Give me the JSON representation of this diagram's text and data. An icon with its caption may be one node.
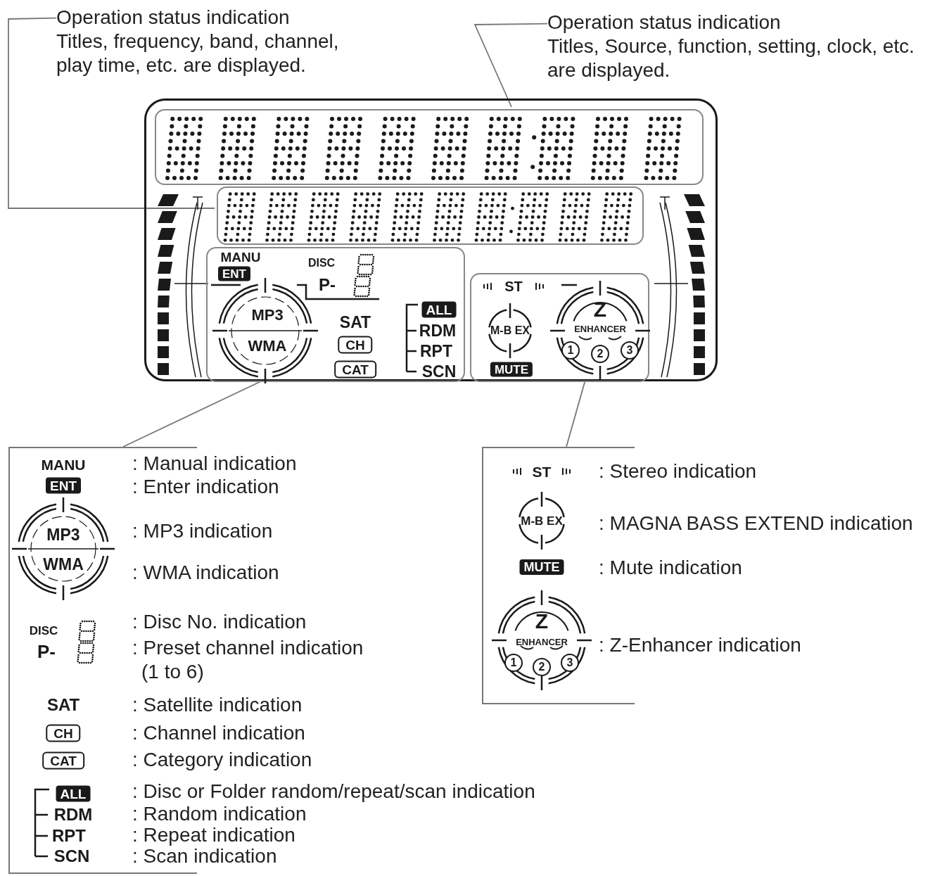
{
  "diagram": {
    "nodes": [
      {
        "text": [
          "Operation status indication",
          "Titles, frequency, band, channel, play time, etc. are displayed."
        ]
      },
      {
        "text": [
          "Operation status indication",
          "Titles, Source, function, setting, clock, etc. are displayed."
        ]
      },
      {
        "text": [],
        "shape": "box"
      },
      {
        "text": [],
        "shape": "box",
        "in": 2
      },
      {
        "text": [],
        "shape": "box",
        "in": 2
      },
      {
        "text": [
          "MANU",
          "ENT",
          "DISC",
          "P-",
          "MP3",
          "WMA",
          "SAT",
          "CH",
          "CAT",
          "ALL",
          "RDM",
          "RPT",
          "SCN"
        ],
        "in": 2
      },
      {
        "text": [
          "ST",
          "M-B EX",
          "MUTE",
          "Z",
          "ENHANCER",
          "1",
          "2",
          "3"
        ],
        "in": 2
      },
      {
        "text": [
          "MANU",
          ": Manual indication",
          "ENT",
          ": Enter indication",
          "MP3",
          ": MP3 indication",
          "WMA",
          ": WMA indication",
          "DISC",
          ": Disc No. indication",
          "P-",
          ": Preset channel indication (1 to 6)",
          "SAT",
          ": Satellite indication",
          "CH",
          ": Channel indication",
          "CAT",
          ": Category indication",
          "ALL",
          ": Disc or Folder random/repeat/scan indication",
          "RDM",
          ": Random indication",
          "RPT",
          ": Repeat indication",
          "SCN",
          ": Scan indication"
        ]
      },
      {
        "text": [
          "ST",
          ": Stereo indication",
          "M-B EX",
          ": MAGNA BASS EXTEND indication",
          "MUTE",
          ": Mute indication",
          "Z",
          "ENHANCER",
          "1",
          "2",
          "3",
          ": Z-Enhancer indication"
        ]
      }
    ],
    "edges": [
      {
        "from": 0,
        "to": 4,
        "arrow": "none"
      },
      {
        "from": 1,
        "to": 3,
        "arrow": "none"
      },
      {
        "from": 5,
        "to": 7,
        "arrow": "none"
      },
      {
        "from": 6,
        "to": 8,
        "arrow": "none"
      }
    ]
  }
}
